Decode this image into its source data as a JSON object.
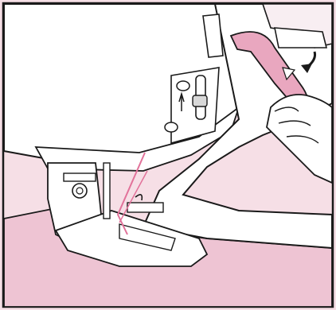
{
  "figure": {
    "subject": "sewing-machine-presser-foot-threading",
    "colors": {
      "background": "#f6dfe6",
      "bed": "#eec4d3",
      "machine": "#ffffff",
      "outline": "#1a1a1a",
      "lever": "#e9a7bf",
      "thread": "#e2729a",
      "hand": "#ffffff"
    },
    "icons": [
      "curved-arrow-icon",
      "presser-foot",
      "needle",
      "thread-guide",
      "hand",
      "lever"
    ]
  }
}
